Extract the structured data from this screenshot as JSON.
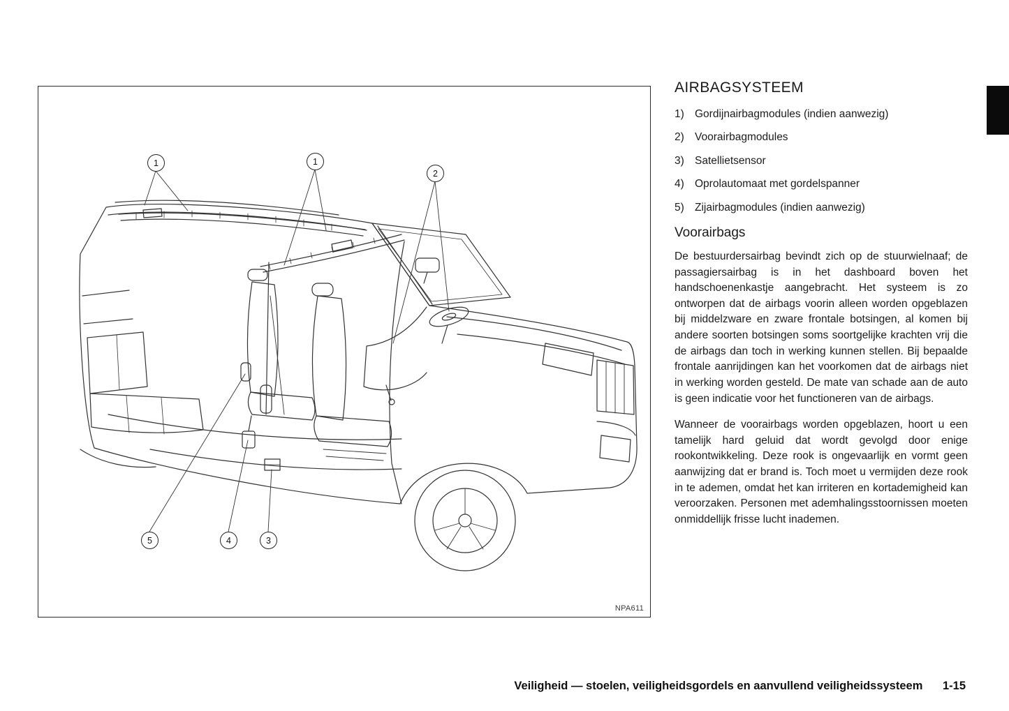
{
  "content": {
    "title": "AIRBAGSYSTEEM",
    "list": [
      {
        "num": "1)",
        "text": "Gordijnairbagmodules (indien aanwezig)"
      },
      {
        "num": "2)",
        "text": "Voorairbagmodules"
      },
      {
        "num": "3)",
        "text": "Satellietsensor"
      },
      {
        "num": "4)",
        "text": "Oprolautomaat met gordelspanner"
      },
      {
        "num": "5)",
        "text": "Zijairbagmodules (indien aanwezig)"
      }
    ],
    "subtitle": "Voorairbags",
    "paragraphs": [
      "De bestuurdersairbag bevindt zich op de stuurwielnaaf; de passagiersairbag is in het dashboard boven het handschoenenkastje aangebracht. Het systeem is zo ontworpen dat de airbags voorin alleen worden opgeblazen bij middelzware en zware frontale botsingen, al komen bij andere soorten botsingen soms soortgelijke krachten vrij die de airbags dan toch in werking kunnen stellen. Bij bepaalde frontale aanrijdingen kan het voorkomen dat de airbags niet in werking worden gesteld. De mate van schade aan de auto is geen indicatie voor het functioneren van de airbags.",
      "Wanneer de voorairbags worden opgeblazen, hoort u een tamelijk hard geluid dat wordt gevolgd door enige rookontwikkeling. Deze rook is ongevaarlijk en vormt geen aanwijzing dat er brand is. Toch moet u vermijden deze rook in te ademen, omdat het kan irriteren en kortademigheid kan veroorzaken. Personen met ademhalingsstoornissen moeten onmiddellijk frisse lucht inademen."
    ]
  },
  "figure": {
    "code": "NPA611",
    "callouts": [
      {
        "label": "1"
      },
      {
        "label": "1"
      },
      {
        "label": "2"
      },
      {
        "label": "5"
      },
      {
        "label": "4"
      },
      {
        "label": "3"
      }
    ]
  },
  "footer": {
    "text": "Veiligheid — stoelen, veiligheidsgordels en aanvullend veiligheidssysteem",
    "page": "1-15"
  },
  "colors": {
    "ink": "#1c1c1c",
    "line": "#333333"
  }
}
